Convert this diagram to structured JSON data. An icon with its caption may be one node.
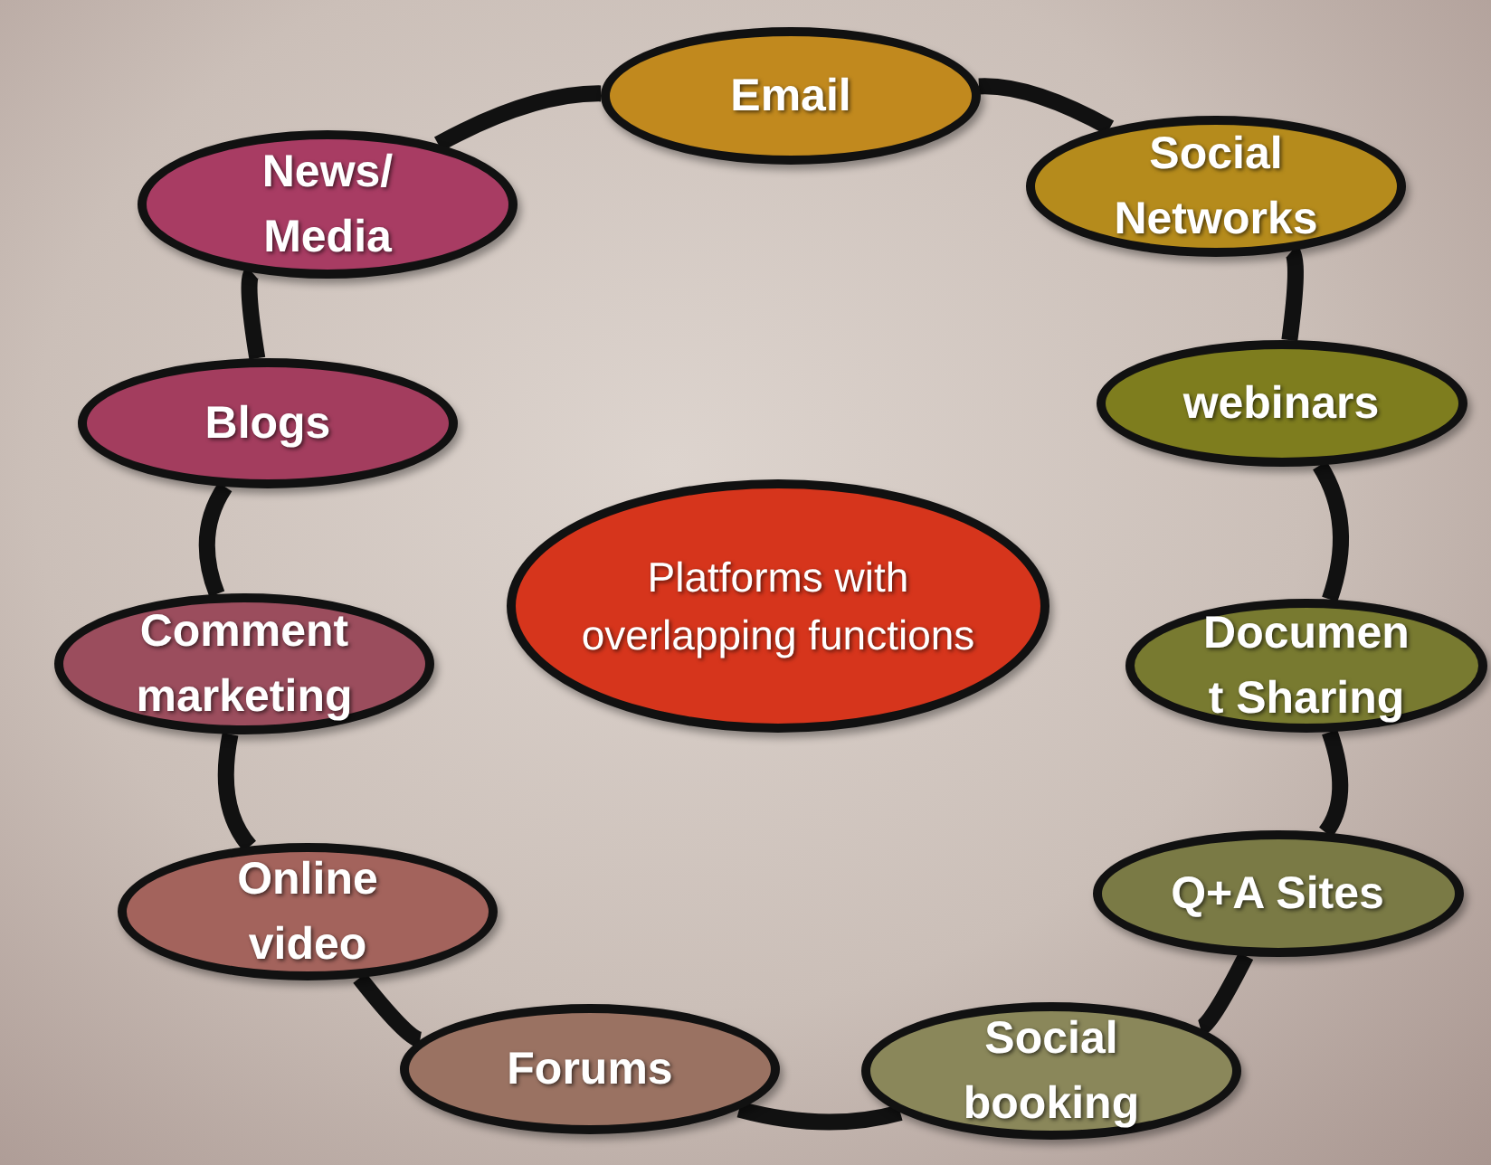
{
  "diagram": {
    "nodes": [
      {
        "text": [
          "Email"
        ]
      },
      {
        "text": [
          "Social Networks"
        ]
      },
      {
        "text": [
          "webinars"
        ]
      },
      {
        "text": [
          "Documen t Sharing"
        ]
      },
      {
        "text": [
          "Q+A Sites"
        ]
      },
      {
        "text": [
          "Social booking"
        ]
      },
      {
        "text": [
          "Forums"
        ]
      },
      {
        "text": [
          "Online video"
        ]
      },
      {
        "text": [
          "Comment marketing"
        ]
      },
      {
        "text": [
          "Blogs"
        ]
      },
      {
        "text": [
          "News/ Media"
        ]
      },
      {
        "text": [
          "Platforms with overlapping functions"
        ]
      }
    ],
    "edges": [
      {
        "from": 0,
        "to": 1,
        "arrow": "none"
      },
      {
        "from": 1,
        "to": 2,
        "arrow": "none"
      },
      {
        "from": 2,
        "to": 3,
        "arrow": "none"
      },
      {
        "from": 3,
        "to": 4,
        "arrow": "none"
      },
      {
        "from": 4,
        "to": 5,
        "arrow": "none"
      },
      {
        "from": 5,
        "to": 6,
        "arrow": "none"
      },
      {
        "from": 6,
        "to": 7,
        "arrow": "none"
      },
      {
        "from": 7,
        "to": 8,
        "arrow": "none"
      },
      {
        "from": 8,
        "to": 9,
        "arrow": "none"
      },
      {
        "from": 9,
        "to": 10,
        "arrow": "none"
      },
      {
        "from": 10,
        "to": 0,
        "arrow": "none"
      }
    ]
  }
}
